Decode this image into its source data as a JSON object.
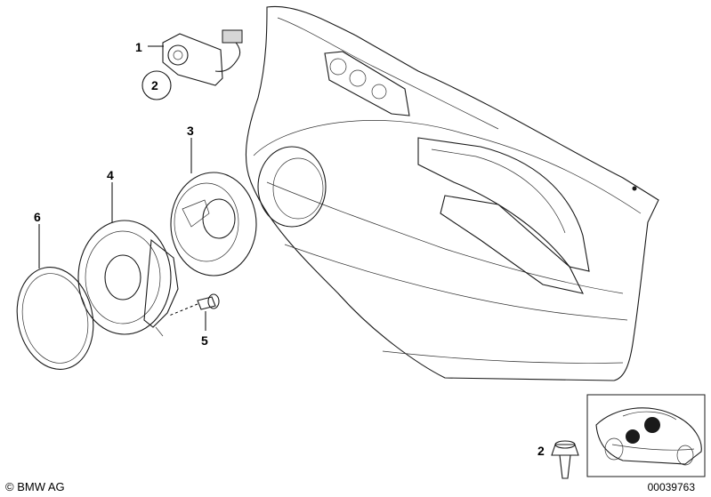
{
  "callouts": {
    "c1": "1",
    "c2": "2",
    "c3": "3",
    "c4": "4",
    "c5": "5",
    "c6": "6",
    "inset2": "2"
  },
  "footer": {
    "copyright": "© BMW AG",
    "drawing_number": "00039763"
  },
  "colors": {
    "line": "#1a1a1a",
    "shade": "#e6e6e6",
    "dark": "#444444"
  }
}
